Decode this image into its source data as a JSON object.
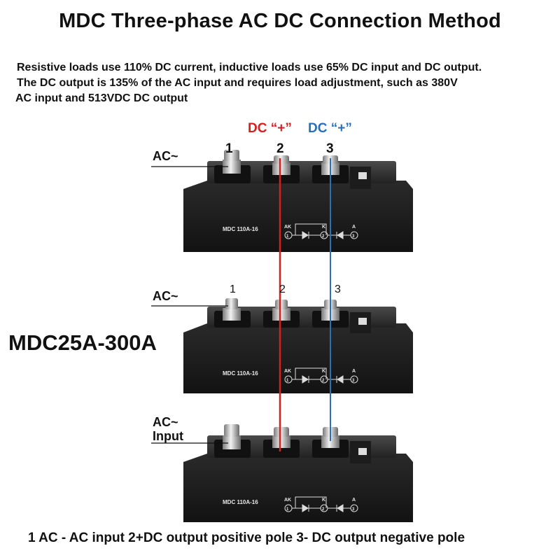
{
  "title": "MDC Three-phase AC DC Connection Method",
  "description": [
    "Resistive loads use 110% DC current, inductive loads use 65% DC input and DC output.",
    "The DC output is 135% of the AC input and requires load adjustment, such as 380V",
    " AC input and 513VDC DC output"
  ],
  "dc_labels": {
    "red": "DC “+”",
    "blue": "DC “+”"
  },
  "colors": {
    "red_wire": "#d42020",
    "blue_wire": "#2a6fb8",
    "module_body": "#1b1b1b"
  },
  "model_range": "MDC25A-300A",
  "modules": [
    {
      "ac_label": "AC~",
      "pins": [
        "1",
        "2",
        "3"
      ],
      "model_text": "MDC  110A-16",
      "pin_marks": [
        "AK",
        "K",
        "A"
      ],
      "circle_nums": [
        "1",
        "2",
        "3"
      ]
    },
    {
      "ac_label": "AC~",
      "pins": [
        "1",
        "2",
        "3"
      ],
      "model_text": "MDC  110A-16",
      "pin_marks": [
        "AK",
        "K",
        "A"
      ],
      "circle_nums": [
        "1",
        "2",
        "3"
      ]
    },
    {
      "ac_label": "AC~\nInput",
      "pins": [],
      "model_text": "MDC  110A-16",
      "pin_marks": [
        "AK",
        "K",
        "A"
      ],
      "circle_nums": [
        "1",
        "2",
        "3"
      ]
    }
  ],
  "footer": "1 AC - AC input 2+DC output positive pole 3- DC output negative pole"
}
